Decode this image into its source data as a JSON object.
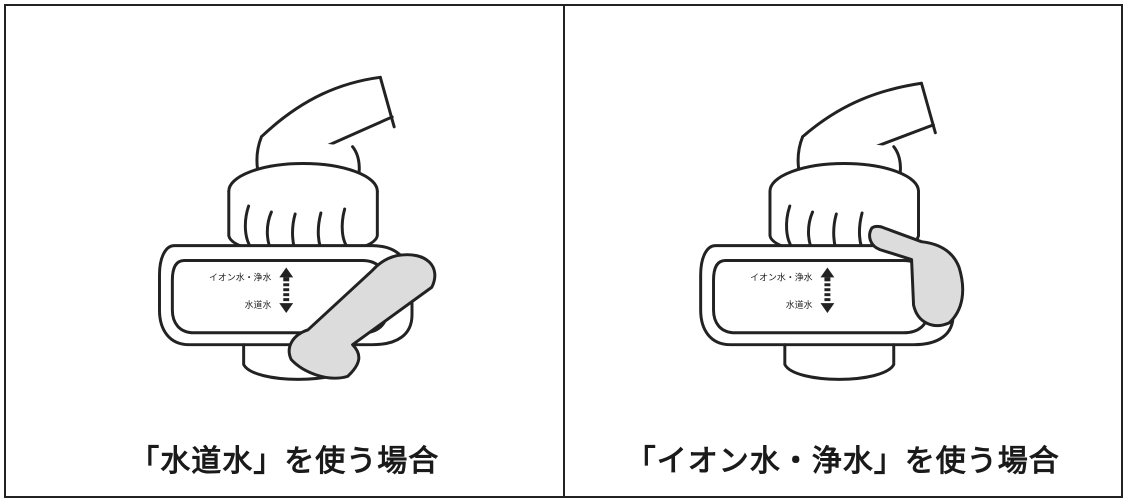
{
  "panels": [
    {
      "caption": "「水道水」を使う場合",
      "label_top": "イオン水・浄水",
      "label_bottom": "水道水",
      "lever_position": "tap-water"
    },
    {
      "caption": "「イオン水・浄水」を使う場合",
      "label_top": "イオン水・浄水",
      "label_bottom": "水道水",
      "lever_position": "ion-purified-water"
    }
  ],
  "colors": {
    "line": "#222222",
    "lever_fill": "#dcdcdc",
    "body_fill": "#ffffff"
  }
}
